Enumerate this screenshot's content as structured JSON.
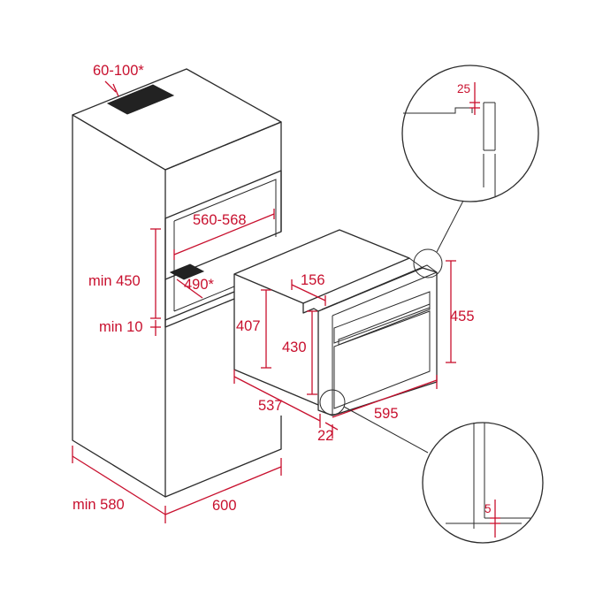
{
  "accent_color": "#c8102e",
  "line_color": "#2b2b2b",
  "dimensions": {
    "vent_top": "60-100*",
    "niche_width": "560-568",
    "vent_bottom": "490*",
    "niche_height": "min 450",
    "shelf_gap": "min 10",
    "cabinet_depth": "min 580",
    "cabinet_width": "600",
    "oven_body_height": "407",
    "oven_front_offset": "156",
    "oven_side_height": "430",
    "oven_front_height": "455",
    "oven_depth": "537",
    "front_thickness": "22",
    "oven_width": "595",
    "detail_top_gap": "25",
    "detail_bottom_gap": "5"
  }
}
